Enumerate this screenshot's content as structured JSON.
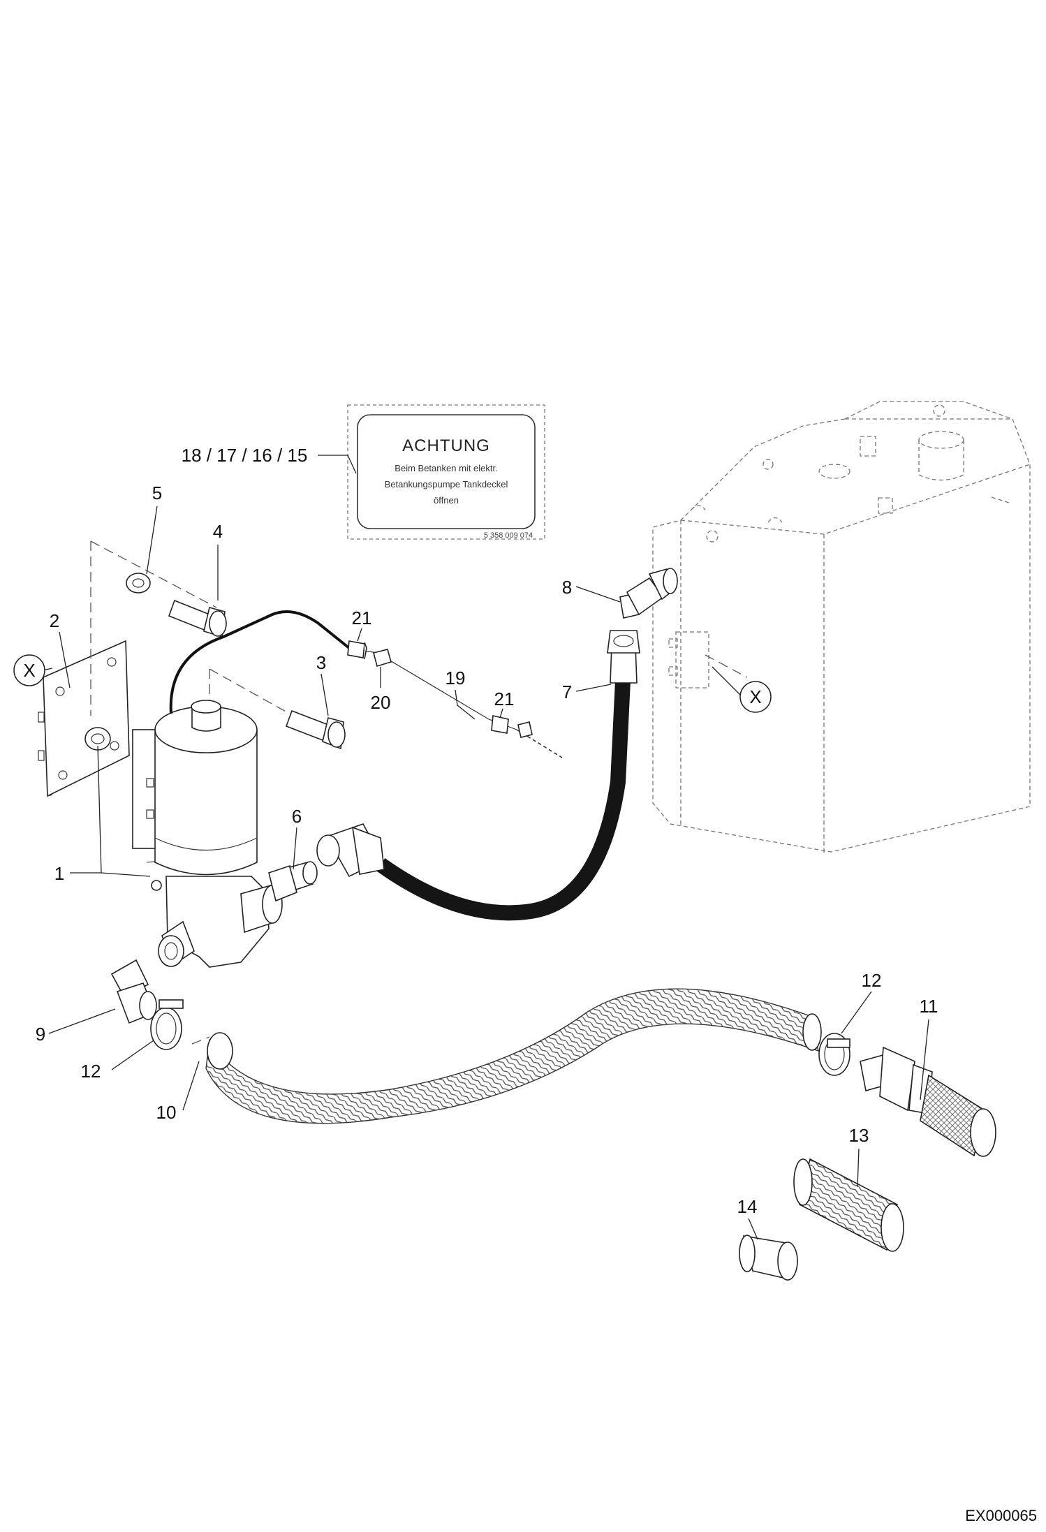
{
  "callouts": {
    "c1": "1",
    "c2": "2",
    "c3": "3",
    "c4": "4",
    "c5": "5",
    "c6": "6",
    "c7": "7",
    "c8": "8",
    "c9": "9",
    "c10": "10",
    "c11": "11",
    "c12a": "12",
    "c12b": "12",
    "c13": "13",
    "c14": "14",
    "c18_15": "18 / 17 / 16 / 15",
    "c19": "19",
    "c20": "20",
    "c21a": "21",
    "c21b": "21"
  },
  "reference_markers": {
    "left": "X",
    "right": "X"
  },
  "warning_label": {
    "title": "ACHTUNG",
    "line1": "Beim Betanken mit elektr.",
    "line2": "Betankungspumpe Tankdeckel",
    "line3": "öffnen",
    "code": "5 358 009 074"
  },
  "drawing_id": "EX000065",
  "colors": {
    "line": "#222222",
    "tank_outline": "#777777",
    "hose_black": "#151515",
    "background": "#ffffff"
  }
}
